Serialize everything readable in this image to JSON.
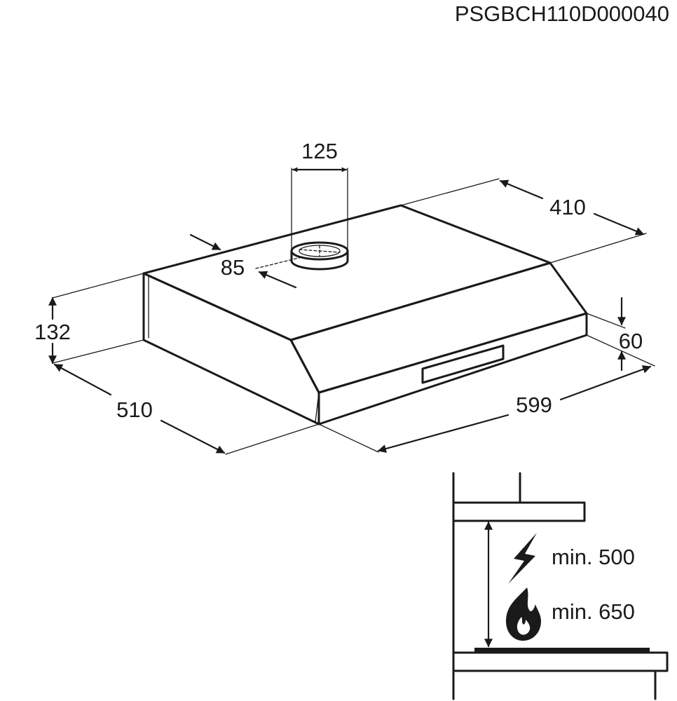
{
  "doc_code": "PSGBCH110D000040",
  "dimensions": {
    "duct_diameter": "125",
    "depth": "410",
    "duct_offset": "85",
    "height": "132",
    "front_height": "60",
    "side_depth": "510",
    "width": "599"
  },
  "clearance": {
    "electric": "min. 500",
    "gas": "min. 650"
  },
  "icons": {
    "electric": "lightning-bolt-icon",
    "gas": "flame-icon"
  }
}
